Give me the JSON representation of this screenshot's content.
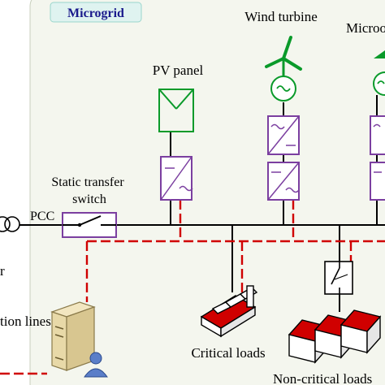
{
  "diagram": {
    "microgrid_label": "Microgrid",
    "wind_turbine_label": "Wind turbine",
    "microturbine_label": "Microo",
    "pv_panel_label": "PV panel",
    "static_switch_label_line1": "Static transfer",
    "static_switch_label_line2": "switch",
    "pcc_label": "PCC",
    "left_label_r": "r",
    "distribution_lines_label": "tion lines",
    "critical_loads_label": "Critical loads",
    "noncritical_loads_label": "Non-critical loads",
    "colors": {
      "power_line": "#000000",
      "comm_line": "#d00000",
      "converter": "#7b3fa0",
      "generator": "#0a9a2a",
      "region_fill": "#f4f6ee",
      "label_fill": "#dff3f0",
      "label_text": "#1a1a8c"
    },
    "icons": [
      "transformer-icon",
      "switch-icon",
      "pv-panel-icon",
      "wind-turbine-icon",
      "generator-icon",
      "converter-icon",
      "server-icon",
      "user-icon",
      "factory-icon",
      "house-icon"
    ]
  }
}
